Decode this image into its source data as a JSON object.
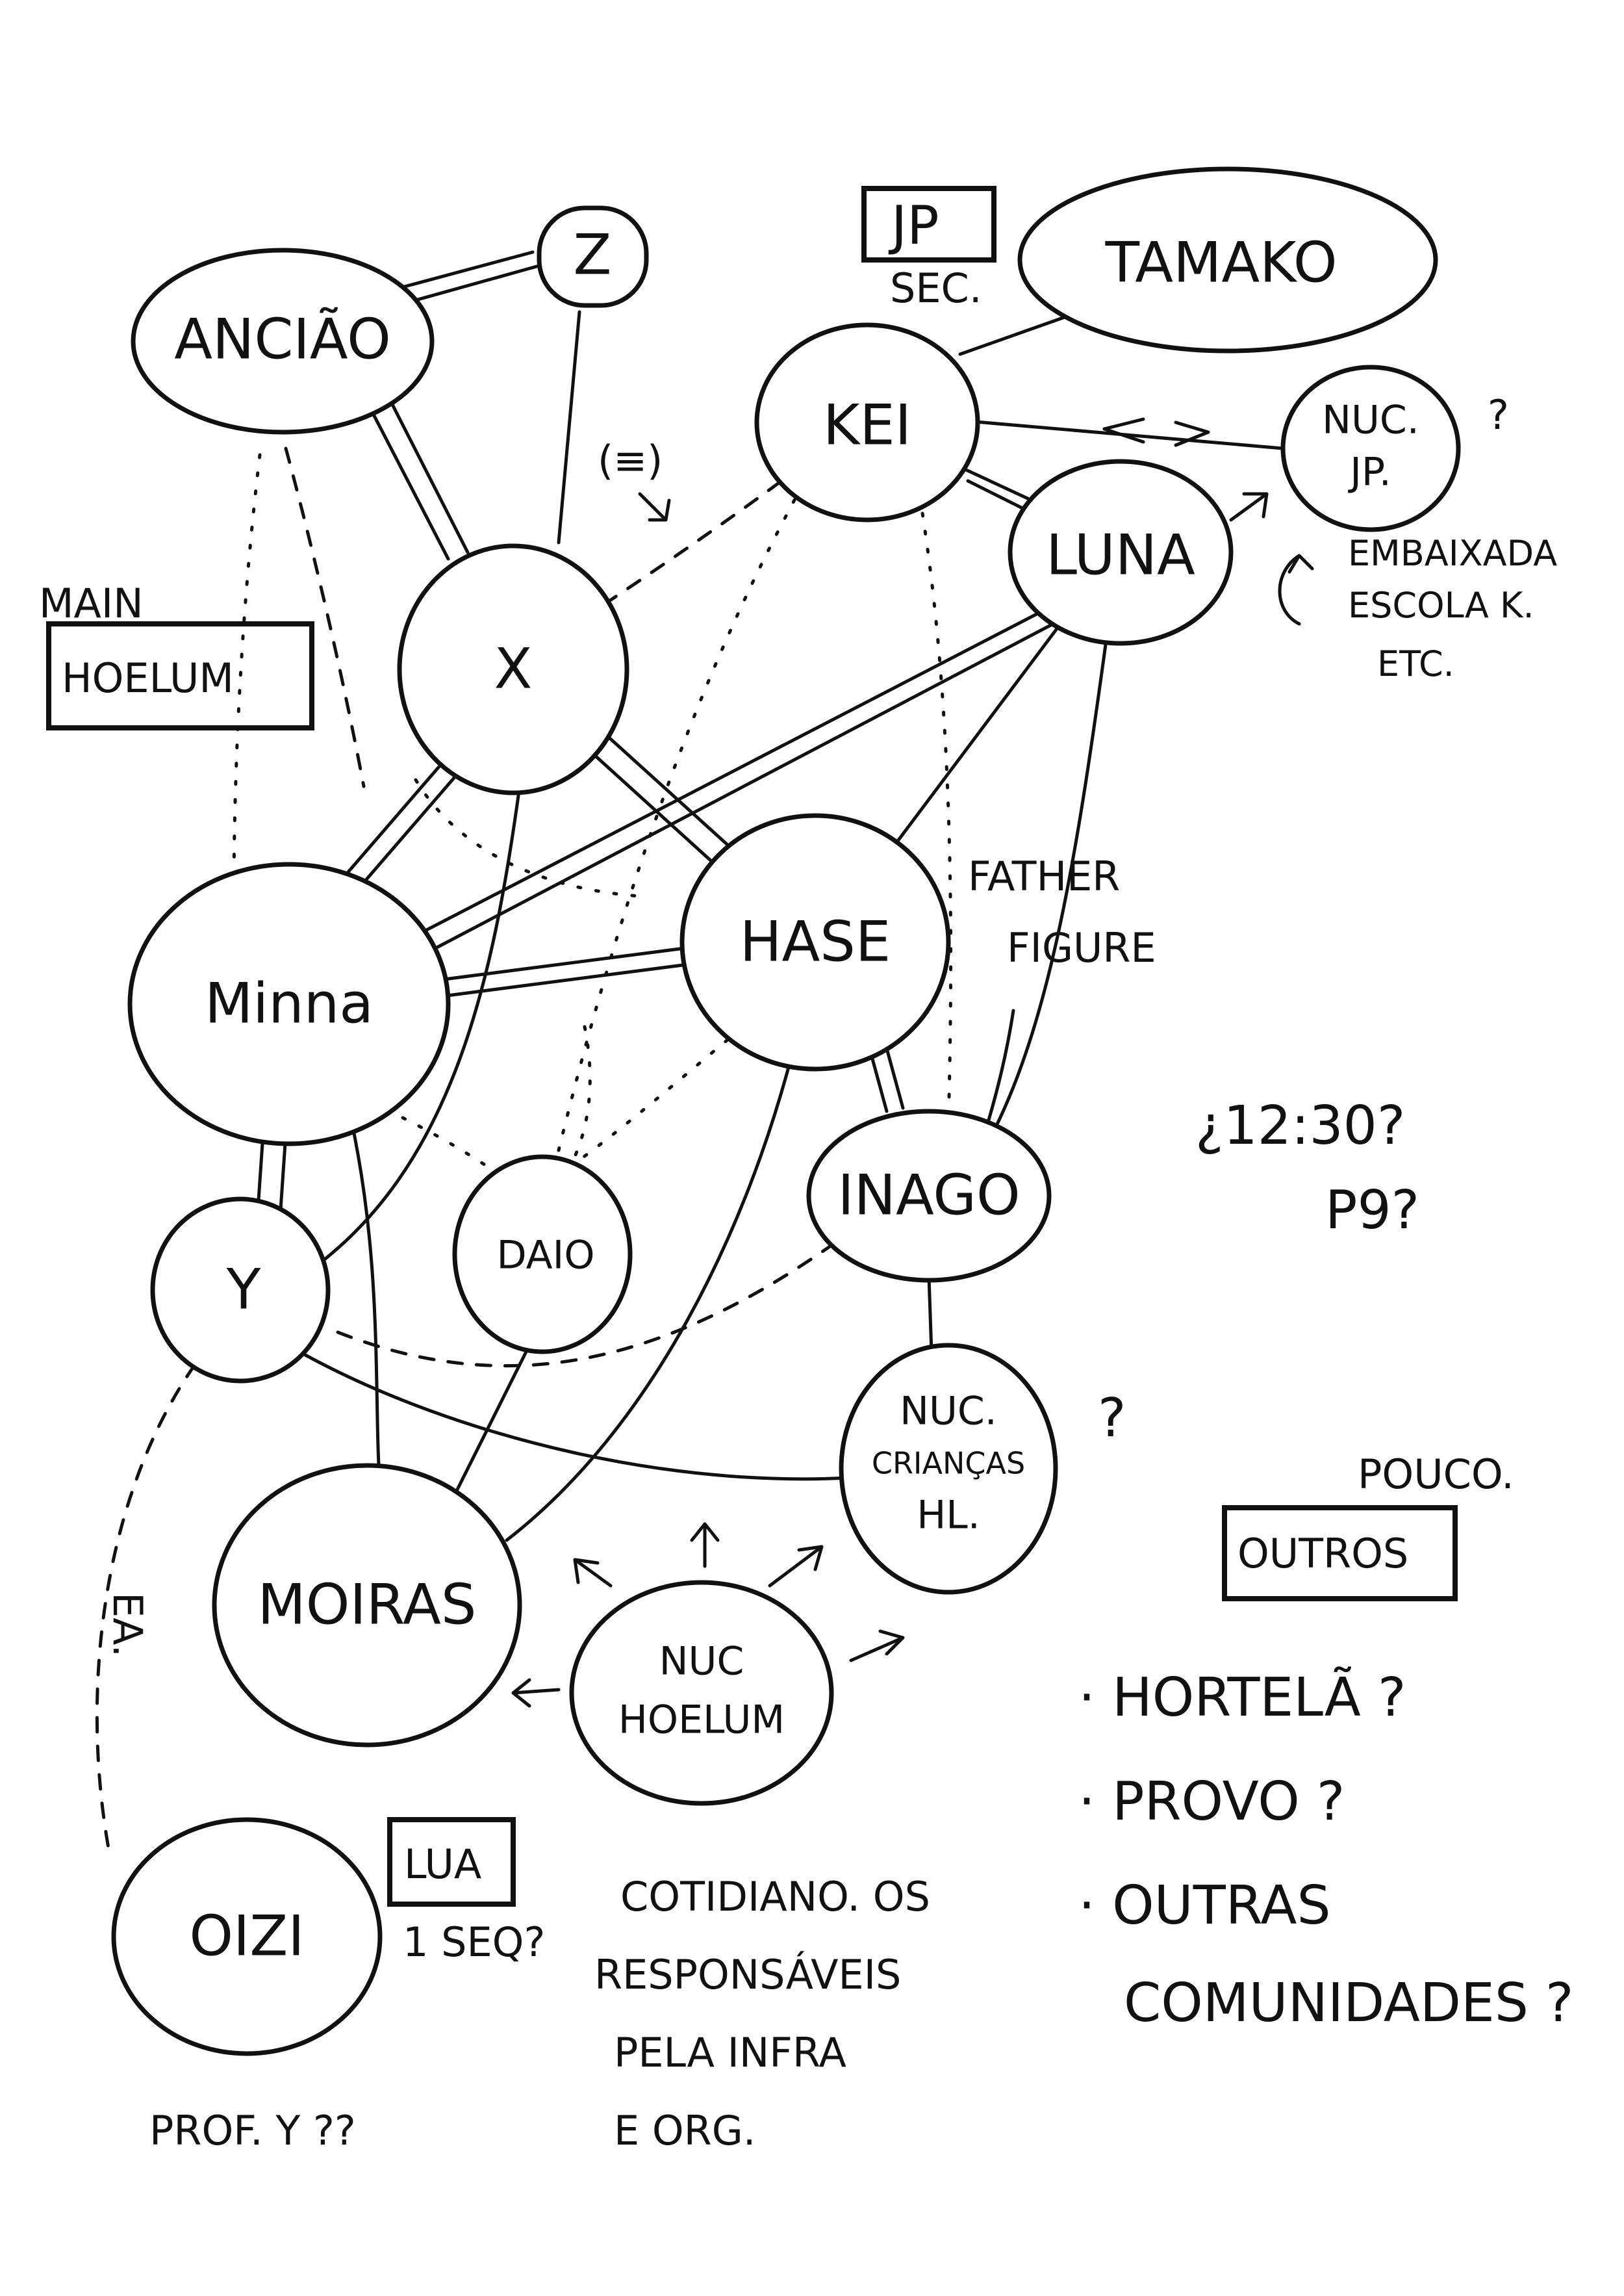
{
  "colors": {
    "ink": "#111111",
    "paper": "#ffffff"
  },
  "nodes": {
    "anciao": "ANCIÃO",
    "z": "Z",
    "kei": "KEI",
    "tamako": "TAMAKO",
    "nuc_jp": [
      "NUC.",
      "JP."
    ],
    "luna": "LUNA",
    "x": "X",
    "minna": "Minna",
    "hase": "HASE",
    "y": "Y",
    "daio": "DAIO",
    "inago": "INAGO",
    "nuc_criancas": [
      "NUC.",
      "CRIANÇAS",
      "HL."
    ],
    "moiras": "MOIRAS",
    "nuc_hoelum": [
      "NUC",
      "HOELUM"
    ],
    "oizi": "OIZI"
  },
  "labels": {
    "jp_box": "JP",
    "sec": "SEC.",
    "main": "MAIN",
    "hoelum_box": "HOELUM",
    "eq_mark": "(≡)",
    "nuc_jp_q": "?",
    "embaixada": [
      "EMBAIXADA",
      "ESCOLA K.",
      "ETC."
    ],
    "father_figure": [
      "FATHER",
      "FIGURE"
    ],
    "time_note": [
      "¿12:30?",
      "P9?"
    ],
    "nuc_criancas_q": "?",
    "pouco": "POUCO.",
    "outros_box": "OUTROS",
    "outros_list": [
      "· HORTELÃ ?",
      "· PROVO ?",
      "· OUTRAS",
      "COMUNIDADES ?"
    ],
    "ea": "EA.",
    "lua_box": "LUA",
    "seq_note": "1 SEQ?",
    "prof_note": "PROF. Y ??",
    "cotidiano": [
      "COTIDIANO. OS",
      "RESPONSÁVEIS",
      "PELA INFRA",
      "E ORG."
    ]
  }
}
